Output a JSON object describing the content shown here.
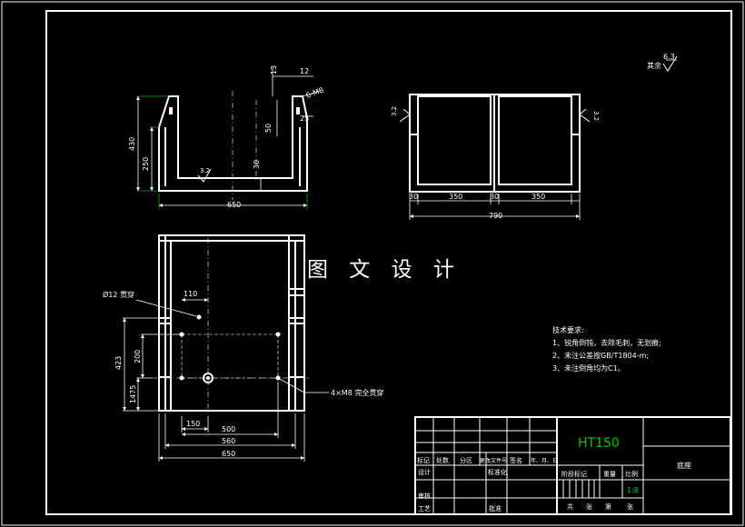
{
  "watermark": "图 文 设 计",
  "surface": {
    "label": "其余",
    "value": "6.3"
  },
  "roughness": {
    "r1": "3.2",
    "r2": "3.2",
    "r3": "3.2"
  },
  "front_view_dims": {
    "d650": "650",
    "d430": "430",
    "d250": "250",
    "d30": "30",
    "d13": "13",
    "d12": "12",
    "d6m8": "6-M8",
    "d25": "25",
    "d50": "50"
  },
  "side_view_dims": {
    "d30a": "30",
    "d350a": "350",
    "d30b": "30",
    "d350b": "350",
    "d790": "790"
  },
  "top_view_dims": {
    "hole_note": "Ø12 贯穿",
    "d110": "110",
    "d423": "423",
    "d200": "200",
    "d1475": "1475",
    "d150": "150",
    "d500": "500",
    "d560": "560",
    "d650": "650",
    "thread_note": "4×M8 完全贯穿"
  },
  "tech_requirements": {
    "title": "技术要求:",
    "items": [
      "1、锐角倒钝，去除毛刺，无划痕;",
      "2、未注公差按GB/T1804-m;",
      "3、未注倒角均为C1。"
    ]
  },
  "title_block": {
    "material": "HT150",
    "part_name": "底座",
    "scale": "1:8",
    "h_biaoji": "标记",
    "h_chushu": "处数",
    "h_fenqu": "分区",
    "h_gengai": "更改文件号",
    "h_qianming": "签名",
    "h_date": "年、月、日",
    "sheji": "设计",
    "biaozhunhua": "标准化",
    "jieduan": "阶段标记",
    "zhongliang": "重量",
    "bili": "比例",
    "shenhe": "审核",
    "gongyi": "工艺",
    "pizhun": "批准",
    "gong": "共",
    "zhang": "张",
    "di": "第",
    "zhang2": "张"
  }
}
